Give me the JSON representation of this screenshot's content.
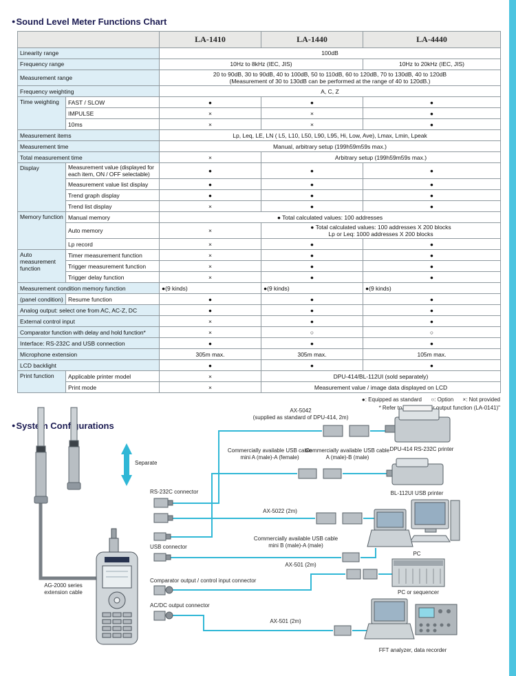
{
  "page": {
    "bullet": "●",
    "title1": "Sound Level Meter Functions Chart",
    "title2": "System Configurations"
  },
  "table": {
    "head": [
      "LA-1410",
      "LA-1440",
      "LA-4440"
    ],
    "r_linearity": {
      "label": "Linearity range",
      "all": "100dB"
    },
    "r_freq_range": {
      "label": "Frequency range",
      "v12": "10Hz to 8kHz (IEC, JIS)",
      "v3": "10Hz to 20kHz (IEC, JIS)"
    },
    "r_meas_range": {
      "label": "Measurement range",
      "all": "20 to 90dB, 30 to 90dB, 40 to 100dB, 50 to 110dB, 60 to 120dB, 70 to 130dB, 40 to 120dB\n(Measurement of 30 to 130dB can be performed at the range of 40 to 120dB.)"
    },
    "r_freq_weight": {
      "label": "Frequency weighting",
      "all": "A, C, Z"
    },
    "r_time_weight": {
      "label": "Time weighting",
      "rows": [
        {
          "sub": "FAST / SLOW",
          "v1": "●",
          "v2": "●",
          "v3": "●"
        },
        {
          "sub": "IMPULSE",
          "v1": "×",
          "v2": "×",
          "v3": "●"
        },
        {
          "sub": "10ms",
          "v1": "×",
          "v2": "×",
          "v3": "●"
        }
      ]
    },
    "r_meas_items": {
      "label": "Measurement items",
      "all": "Lp, Leq, LE, LN ( L5, L10, L50, L90, L95, Hi, Low, Ave), Lmax, Lmin, Lpeak"
    },
    "r_meas_time": {
      "label": "Measurement time",
      "all": "Manual, arbitrary setup (199h59m59s max.)"
    },
    "r_total_time": {
      "label": "Total measurement time",
      "v1": "×",
      "v23": "Arbitrary setup (199h59m59s max.)"
    },
    "r_display": {
      "label": "Display",
      "rows": [
        {
          "sub": "Measurement value (displayed for each item, ON / OFF selectable)",
          "v1": "●",
          "v2": "●",
          "v3": "●"
        },
        {
          "sub": "Measurement value list display",
          "v1": "●",
          "v2": "●",
          "v3": "●"
        },
        {
          "sub": "Trend graph display",
          "v1": "●",
          "v2": "●",
          "v3": "●"
        },
        {
          "sub": "Trend list display",
          "v1": "×",
          "v2": "●",
          "v3": "●"
        }
      ]
    },
    "r_memory": {
      "label": "Memory function",
      "manual_sub": "Manual memory",
      "manual_all": "● Total calculated values: 100 addresses",
      "auto_sub": "Auto memory",
      "auto_v1": "×",
      "auto_v23": "● Total calculated values: 100 addresses X 200 blocks\nLp or Leq: 1000 addresses X 200 blocks",
      "lp_sub": "Lp record",
      "lp_v1": "×",
      "lp_v2": "●",
      "lp_v3": "●"
    },
    "r_auto_meas": {
      "label": "Auto measurement function",
      "rows": [
        {
          "sub": "Timer measurement function",
          "v1": "×",
          "v2": "●",
          "v3": "●"
        },
        {
          "sub": "Trigger measurement function",
          "v1": "×",
          "v2": "●",
          "v3": "●"
        },
        {
          "sub": "Trigger delay function",
          "v1": "×",
          "v2": "●",
          "v3": "●"
        }
      ]
    },
    "r_meas_cond": {
      "label": "Measurement condition memory function",
      "label2": "(panel condition)",
      "v1": "●(9 kinds)",
      "v2": "●(9 kinds)",
      "v3": "●(9 kinds)",
      "resume_sub": "Resume function",
      "resume_v1": "●",
      "resume_v2": "●",
      "resume_v3": "●"
    },
    "r_analog": {
      "label": "Analog output: select one from AC, AC-Z, DC",
      "v1": "●",
      "v2": "●",
      "v3": "●"
    },
    "r_ext": {
      "label": "External control input",
      "v1": "×",
      "v2": "●",
      "v3": "●"
    },
    "r_comp": {
      "label": "Comparator function with delay and hold function*",
      "v1": "×",
      "v2": "○",
      "v3": "○"
    },
    "r_iface": {
      "label": "Interface: RS-232C and USB connection",
      "v1": "●",
      "v2": "●",
      "v3": "●"
    },
    "r_mic_ext": {
      "label": "Microphone extension",
      "v1": "305m max.",
      "v2": "305m max.",
      "v3": "105m max."
    },
    "r_lcd": {
      "label": "LCD backlight",
      "v1": "●",
      "v2": "●",
      "v3": "●"
    },
    "r_print": {
      "label": "Print function",
      "model_sub": "Applicable printer model",
      "model_v1": "×",
      "model_v23": "DPU-414/BL-112UI (sold separately)",
      "mode_sub": "Print mode",
      "mode_v1": "×",
      "mode_v23": "Measurement value / image data displayed on LCD"
    }
  },
  "legend": {
    "line1": "●: Equipped as standard      ○: Option      ×: Not provided",
    "line2": "* Refer to \"Comparator output function (LA-0141)\""
  },
  "diagram": {
    "separate": "Separate",
    "extension_cable": "AG-2000 series\nextension cable",
    "rs232c_connector": "RS-232C connector",
    "usb_connector": "USB connector",
    "comparator_connector": "Comparator output / control input connector",
    "acdc_connector": "AC/DC output connector",
    "ax5042": "AX-5042\n(supplied as standard of DPU-414, 2m)",
    "usb_cable_mini_a": "Commercially available USB cable\nmini A (male)-A (female)",
    "usb_cable_a_b": "Commercially available USB cable\nA (male)-B (male)",
    "ax5022": "AX-5022 (2m)",
    "usb_cable_mini_b": "Commercially available USB cable\nmini B (male)-A (male)",
    "ax501_a": "AX-501 (2m)",
    "ax501_b": "AX-501 (2m)",
    "printer_rs232c": "DPU-414  RS-232C printer",
    "printer_usb": "BL-112UI  USB printer",
    "pc": "PC",
    "pc_sequencer": "PC or sequencer",
    "fft": "FFT analyzer, data recorder"
  }
}
